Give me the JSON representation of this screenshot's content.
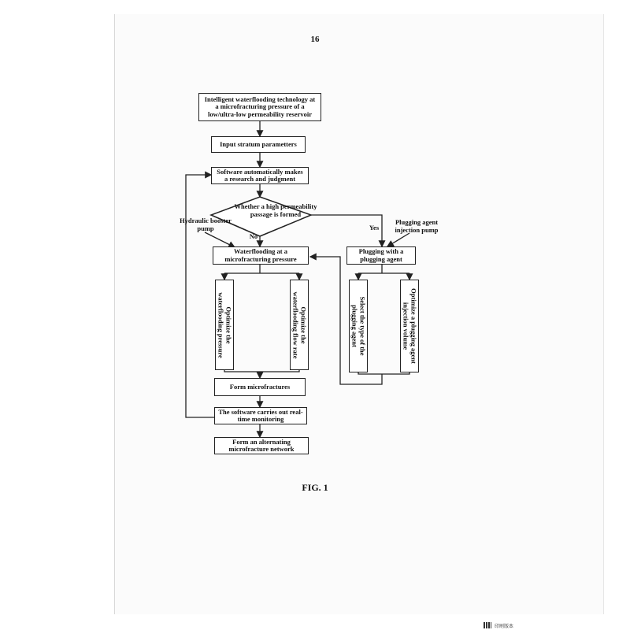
{
  "page_number": "16",
  "figure_caption": "FIG. 1",
  "nodes": {
    "start": "Intelligent waterflooding technology at a microfracturing pressure of a low/ultra-low permeability reservoir",
    "input": "Input stratum parametters",
    "software_judgment": "Software automatically makes a research and judgment",
    "decision": "Whether a high permeability passage is formed",
    "waterflooding": "Waterflooding at a microfracturing pressure",
    "plugging": "Plugging with a plugging agent",
    "opt_pressure": "Optimize the waterflooding pressure",
    "opt_flow": "Optimize the waterflooding flow rate",
    "select_type": "Select the type of the plugging agent",
    "opt_volume": "Optimize a plugging agent injection volume",
    "form_micro": "Form microfractures",
    "monitoring": "The software carries out real-time monitoring",
    "network": "Form an alternating microfracture network"
  },
  "labels": {
    "no": "No",
    "yes": "Yes",
    "hydraulic": "Hydraulic booster pump",
    "plug_pump": "Plugging agent injection pump"
  },
  "footer_stamp": "印刷版本"
}
